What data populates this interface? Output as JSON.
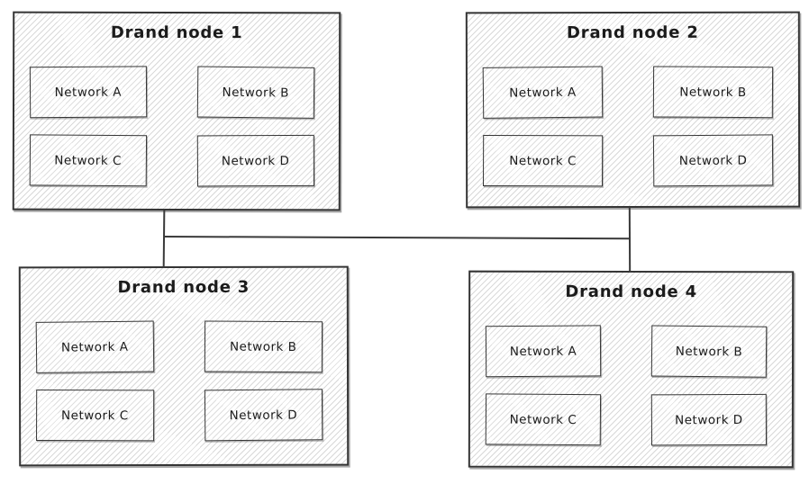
{
  "diagram": {
    "type": "sketch-diagram",
    "nodes": [
      {
        "id": "drand-node-1",
        "title": "Drand node 1",
        "networks": [
          "Network A",
          "Network B",
          "Network C",
          "Network D"
        ]
      },
      {
        "id": "drand-node-2",
        "title": "Drand node 2",
        "networks": [
          "Network A",
          "Network B",
          "Network C",
          "Network D"
        ]
      },
      {
        "id": "drand-node-3",
        "title": "Drand node 3",
        "networks": [
          "Network A",
          "Network B",
          "Network C",
          "Network D"
        ]
      },
      {
        "id": "drand-node-4",
        "title": "Drand node 4",
        "networks": [
          "Network A",
          "Network B",
          "Network C",
          "Network D"
        ]
      }
    ],
    "edges": [
      {
        "from": "Drand node 1",
        "to": "Drand node 3",
        "shape": "vertical-line"
      },
      {
        "from": "Drand node 2",
        "to": "Drand node 4",
        "shape": "vertical-line"
      },
      {
        "from": "Drand node 1–3 link",
        "to": "Drand node 2–4 link",
        "shape": "horizontal-line"
      }
    ],
    "colors": {
      "stroke": "#343434",
      "hatch": "#d9d9d9",
      "background": "#ffffff",
      "text": "#1b1b1b"
    }
  }
}
